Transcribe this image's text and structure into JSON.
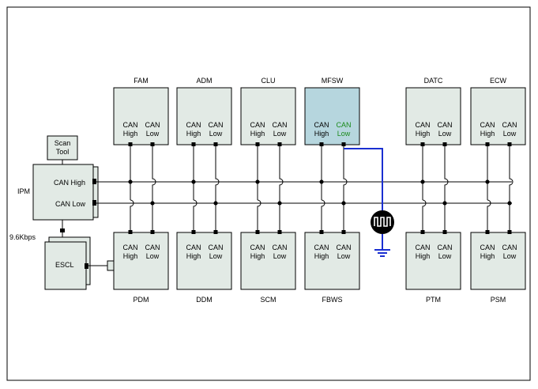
{
  "colors": {
    "module_fill": "#e2eae5",
    "module_highlight_fill": "#b6d6de",
    "line": "#000000",
    "fault_wire": "#1a2fd1",
    "can_low_highlight_text": "#1a8a1a"
  },
  "modules_top": [
    {
      "name": "FAM",
      "can_high": "CAN\nHigh",
      "can_low": "CAN\nLow"
    },
    {
      "name": "ADM",
      "can_high": "CAN\nHigh",
      "can_low": "CAN\nLow"
    },
    {
      "name": "CLU",
      "can_high": "CAN\nHigh",
      "can_low": "CAN\nLow"
    },
    {
      "name": "MFSW",
      "can_high": "CAN\nHigh",
      "can_low": "CAN\nLow",
      "highlight": true
    },
    {
      "name": "DATC",
      "can_high": "CAN\nHigh",
      "can_low": "CAN\nLow"
    },
    {
      "name": "ECW",
      "can_high": "CAN\nHigh",
      "can_low": "CAN\nLow"
    }
  ],
  "modules_bottom": [
    {
      "name": "PDM",
      "can_high": "CAN\nHigh",
      "can_low": "CAN\nLow"
    },
    {
      "name": "DDM",
      "can_high": "CAN\nHigh",
      "can_low": "CAN\nLow"
    },
    {
      "name": "SCM",
      "can_high": "CAN\nHigh",
      "can_low": "CAN\nLow"
    },
    {
      "name": "FBWS",
      "can_high": "CAN\nHigh",
      "can_low": "CAN\nLow"
    },
    {
      "name": "PTM",
      "can_high": "CAN\nHigh",
      "can_low": "CAN\nLow"
    },
    {
      "name": "PSM",
      "can_high": "CAN\nHigh",
      "can_low": "CAN\nLow"
    }
  ],
  "ipm": {
    "name": "IPM",
    "can_high": "CAN High",
    "can_low": "CAN Low"
  },
  "scan_tool": "Scan\nTool",
  "escl": "ESCL",
  "baud_rate": "9.6Kbps"
}
